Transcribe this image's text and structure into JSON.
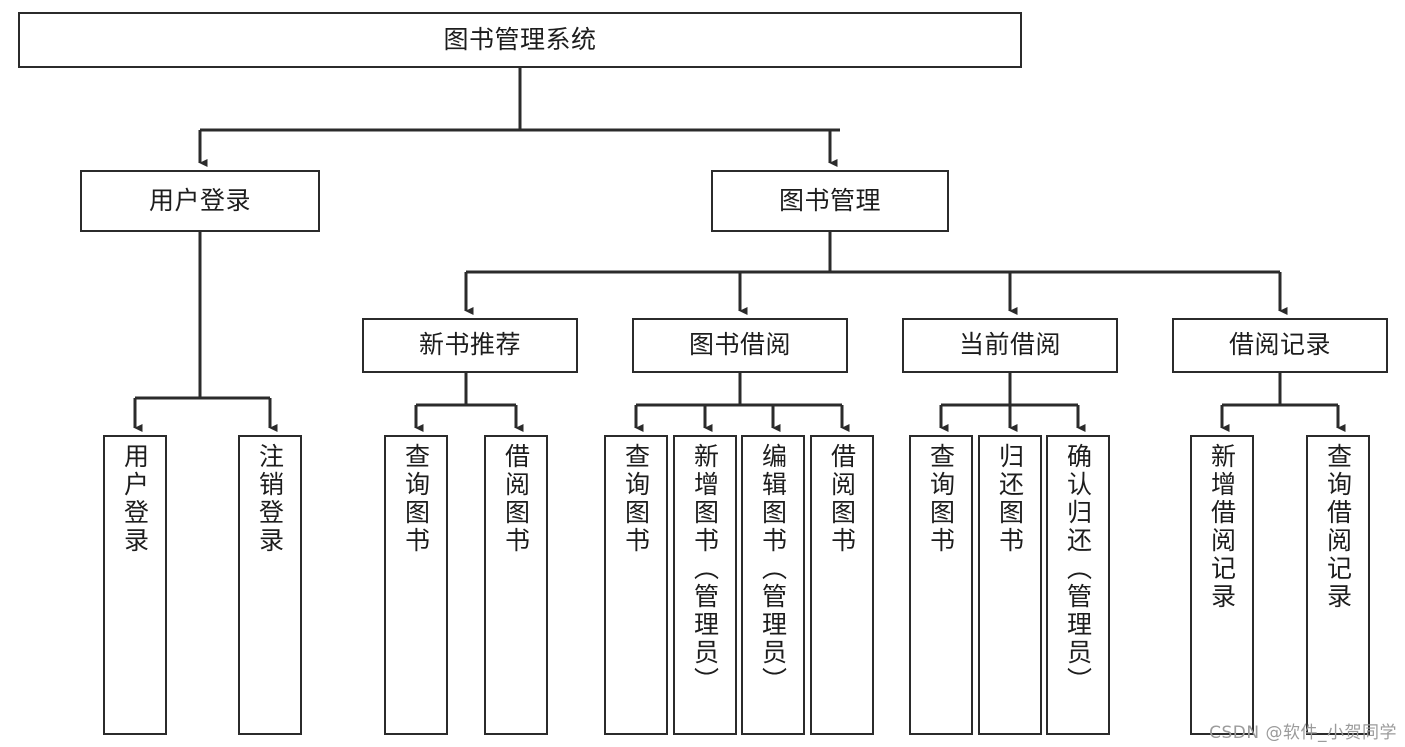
{
  "diagram": {
    "title": "图书管理系统",
    "type": "tree-hierarchy",
    "background_color": "#ffffff",
    "line_color": "#2b2b2b",
    "text_color": "#1d1d1d"
  },
  "root": {
    "label": "图书管理系统"
  },
  "level2": [
    {
      "label": "用户登录"
    },
    {
      "label": "图书管理"
    }
  ],
  "level3": [
    {
      "label": "新书推荐"
    },
    {
      "label": "图书借阅"
    },
    {
      "label": "当前借阅"
    },
    {
      "label": "借阅记录"
    }
  ],
  "leaves": [
    {
      "label": "用户登录"
    },
    {
      "label": "注销登录"
    },
    {
      "label": "查询图书"
    },
    {
      "label": "借阅图书"
    },
    {
      "label": "查询图书"
    },
    {
      "label": "新增图书（管理员）"
    },
    {
      "label": "编辑图书（管理员）"
    },
    {
      "label": "借阅图书"
    },
    {
      "label": "查询图书"
    },
    {
      "label": "归还图书"
    },
    {
      "label": "确认归还（管理员）"
    },
    {
      "label": "新增借阅记录"
    },
    {
      "label": "查询借阅记录"
    }
  ],
  "watermark": {
    "text": "CSDN @软件_小贺同学"
  }
}
